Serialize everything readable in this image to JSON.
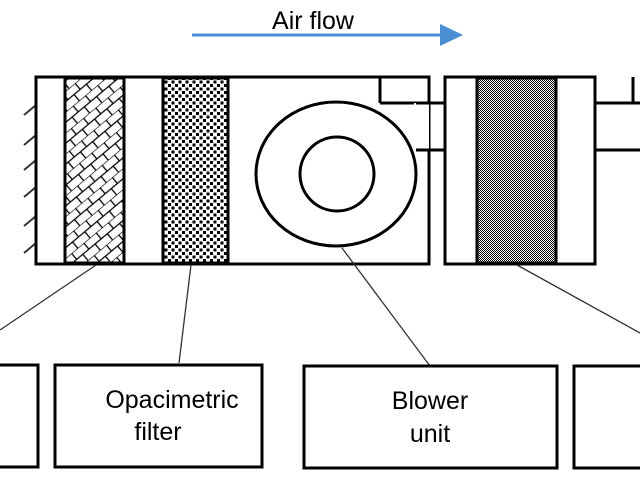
{
  "airflow": {
    "label": "Air flow",
    "arrow_color": "#4a8ed4",
    "direction": "right"
  },
  "labels": {
    "opacimetric_filter": [
      "Opacimetric",
      "filter"
    ],
    "blower_unit": [
      "Blower",
      "unit"
    ]
  },
  "colors": {
    "stroke": "#000000",
    "background": "#ffffff"
  }
}
